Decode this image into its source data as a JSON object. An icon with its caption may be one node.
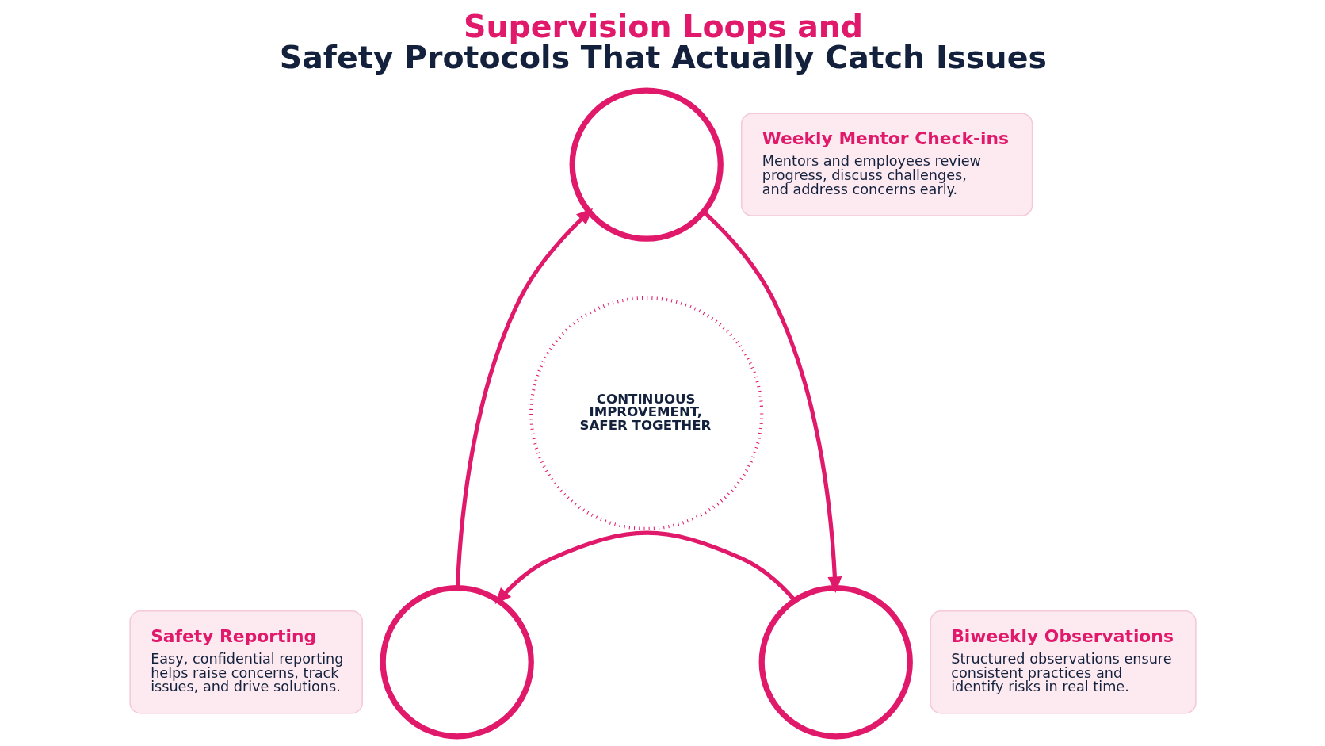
{
  "diagram": {
    "title": "Supervision Loops and Safety Protocols That Actually Catch Issues",
    "nodes": [
      {
        "text": [],
        "shape": "circle"
      },
      {
        "text": [
          "Weekly Mentor Check-ins",
          "Mentors and employees review progress, discuss challenges, and address concerns early."
        ]
      },
      {
        "text": [
          "CONTINUOUS IMPROVEMENT, SAFER TOGETHER"
        ]
      },
      {
        "text": [
          "Safety Reporting",
          "Easy, confidential reporting helps raise concerns, track issues, and drive solutions."
        ]
      },
      {
        "text": [],
        "shape": "circle"
      },
      {
        "text": [],
        "shape": "circle"
      },
      {
        "text": [
          "Biweekly Observations",
          "Structured observations ensure consistent practices and identify risks in real time."
        ]
      }
    ],
    "edges": [
      {
        "from": 0,
        "to": 5,
        "arrow": "to"
      },
      {
        "from": 5,
        "to": 4,
        "arrow": "to"
      },
      {
        "from": 4,
        "to": 0,
        "arrow": "to"
      }
    ]
  }
}
